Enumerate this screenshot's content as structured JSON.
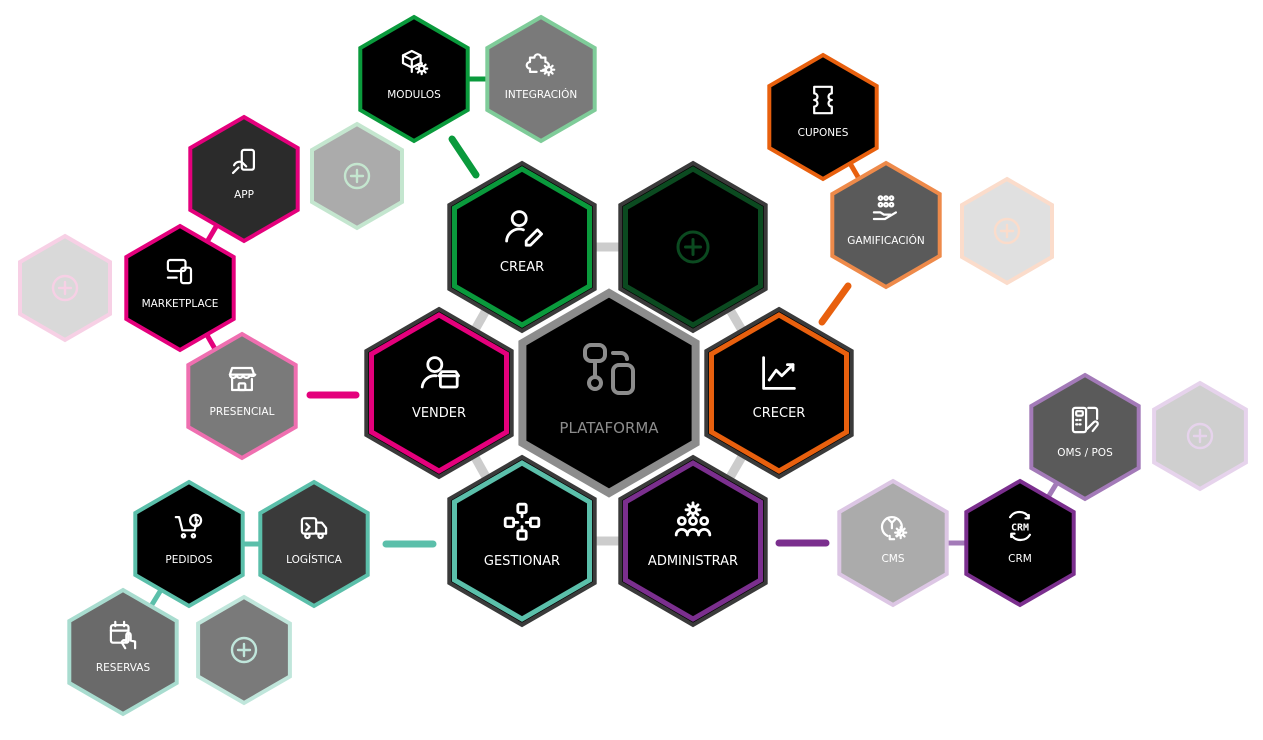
{
  "center": {
    "id": "plataforma",
    "label": "PLATAFORMA",
    "icon": "platform-icon",
    "fill": "#000000",
    "stroke": "#8c8c8c",
    "text": "#8c8c8c"
  },
  "main_nodes": [
    {
      "id": "crear",
      "label": "CREAR",
      "icon": "user-edit-icon",
      "accent": "#0a9a3c"
    },
    {
      "id": "add-green",
      "label": "",
      "icon": "plus-circle-icon",
      "accent": "#0b4a20"
    },
    {
      "id": "vender",
      "label": "VENDER",
      "icon": "user-shop-icon",
      "accent": "#e4007c"
    },
    {
      "id": "crecer",
      "label": "CRECER",
      "icon": "growth-chart-icon",
      "accent": "#e8600e"
    },
    {
      "id": "gestionar",
      "label": "GESTIONAR",
      "icon": "workflow-icon",
      "accent": "#5bbfaa"
    },
    {
      "id": "administrar",
      "label": "ADMINISTRAR",
      "icon": "team-gear-icon",
      "accent": "#7b2f8e"
    }
  ],
  "satellite_nodes": [
    {
      "id": "modulos",
      "label": "MODULOS",
      "icon": "cube-gear-icon",
      "fill": "#000000",
      "stroke": "#0a9a3c"
    },
    {
      "id": "integracion",
      "label": "INTEGRACIÓN",
      "icon": "puzzle-gear-icon",
      "fill": "#7a7a7a",
      "stroke": "#7fcc99"
    },
    {
      "id": "add-crear",
      "label": "",
      "icon": "plus-circle-icon",
      "fill": "#ababab",
      "stroke": "#c4e6cf",
      "iconColor": "#c4e6cf"
    },
    {
      "id": "app",
      "label": "APP",
      "icon": "mobile-touch-icon",
      "fill": "#2b2b2b",
      "stroke": "#e4007c"
    },
    {
      "id": "marketplace",
      "label": "MARKETPLACE",
      "icon": "devices-icon",
      "fill": "#000000",
      "stroke": "#e4007c"
    },
    {
      "id": "add-vender",
      "label": "",
      "icon": "plus-circle-icon",
      "fill": "#d9d9d9",
      "stroke": "#f7d0e5",
      "iconColor": "#f7d0e5"
    },
    {
      "id": "presencial",
      "label": "PRESENCIAL",
      "icon": "storefront-icon",
      "fill": "#7a7a7a",
      "stroke": "#ef6fb0"
    },
    {
      "id": "cupones",
      "label": "CUPONES",
      "icon": "ticket-icon",
      "fill": "#000000",
      "stroke": "#e8600e"
    },
    {
      "id": "gamificacion",
      "label": "GAMIFICACIÓN",
      "icon": "hand-people-icon",
      "fill": "#5a5a5a",
      "stroke": "#ee8a4a"
    },
    {
      "id": "add-crecer",
      "label": "",
      "icon": "plus-circle-icon",
      "fill": "#e0e0e0",
      "stroke": "#fbdccb",
      "iconColor": "#fbdccb"
    },
    {
      "id": "omspos",
      "label": "OMS / POS",
      "icon": "pos-terminal-icon",
      "fill": "#5a5a5a",
      "stroke": "#a37ab8"
    },
    {
      "id": "add-admin",
      "label": "",
      "icon": "plus-circle-icon",
      "fill": "#cfcfcf",
      "stroke": "#e6d3ec",
      "iconColor": "#e6d3ec"
    },
    {
      "id": "cms",
      "label": "CMS",
      "icon": "bulb-gear-icon",
      "fill": "#ababab",
      "stroke": "#dcc6e4"
    },
    {
      "id": "crm",
      "label": "CRM",
      "icon": "crm-sync-icon",
      "fill": "#000000",
      "stroke": "#7b2f8e"
    },
    {
      "id": "pedidos",
      "label": "PEDIDOS",
      "icon": "cart-clock-icon",
      "fill": "#000000",
      "stroke": "#5bbfaa"
    },
    {
      "id": "logistica",
      "label": "LOGÍSTICA",
      "icon": "truck-icon",
      "fill": "#3a3a3a",
      "stroke": "#5bbfaa"
    },
    {
      "id": "reservas",
      "label": "RESERVAS",
      "icon": "calendar-touch-icon",
      "fill": "#6a6a6a",
      "stroke": "#a8dccf"
    },
    {
      "id": "add-gestionar",
      "label": "",
      "icon": "plus-circle-icon",
      "fill": "#7a7a7a",
      "stroke": "#c0e6db",
      "iconColor": "#c0e6db"
    }
  ]
}
